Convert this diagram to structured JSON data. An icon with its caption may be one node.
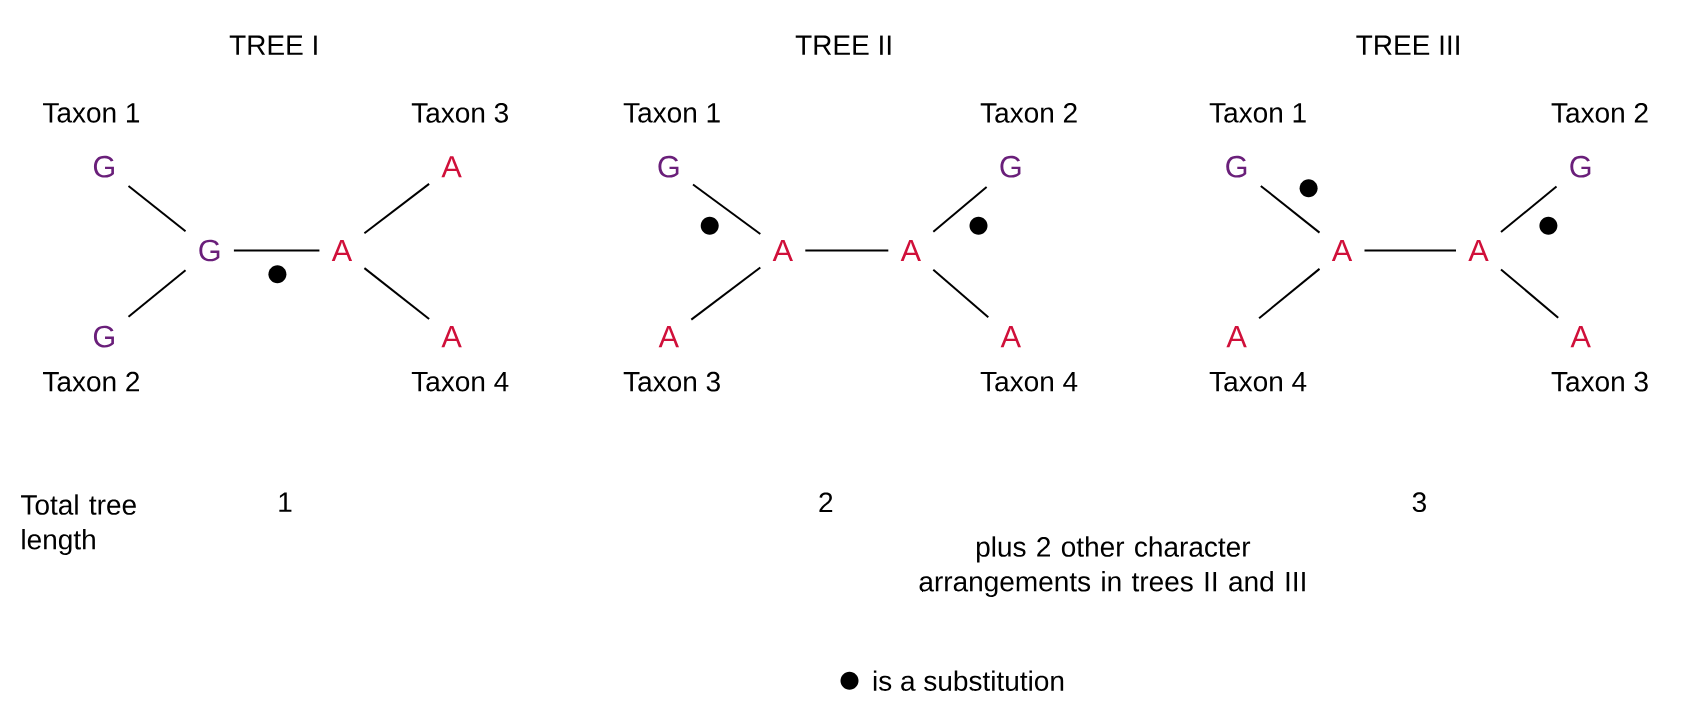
{
  "diagram": {
    "nodes": [
      {
        "text": [
          "G"
        ],
        "beside": [
          "Taxon 1"
        ]
      },
      {
        "text": [
          "G"
        ],
        "beside": [
          "Taxon 2"
        ]
      },
      {
        "text": [
          "G"
        ]
      },
      {
        "text": [
          "A"
        ]
      },
      {
        "text": [
          "A"
        ],
        "beside": [
          "Taxon 3"
        ]
      },
      {
        "text": [
          "A"
        ],
        "beside": [
          "Taxon 4"
        ]
      },
      {
        "text": [
          "G"
        ],
        "beside": [
          "Taxon 1"
        ]
      },
      {
        "text": [
          "A"
        ],
        "beside": [
          "Taxon 3"
        ]
      },
      {
        "text": [
          "A"
        ]
      },
      {
        "text": [
          "A"
        ]
      },
      {
        "text": [
          "G"
        ],
        "beside": [
          "Taxon 2"
        ]
      },
      {
        "text": [
          "A"
        ],
        "beside": [
          "Taxon 4"
        ]
      },
      {
        "text": [
          "G"
        ],
        "beside": [
          "Taxon 1"
        ]
      },
      {
        "text": [
          "A"
        ],
        "beside": [
          "Taxon 4"
        ]
      },
      {
        "text": [
          "A"
        ]
      },
      {
        "text": [
          "A"
        ]
      },
      {
        "text": [
          "G"
        ],
        "beside": [
          "Taxon 2"
        ]
      },
      {
        "text": [
          "A"
        ],
        "beside": [
          "Taxon 3"
        ]
      }
    ],
    "edges": [
      {
        "from": 0,
        "to": 2,
        "arrow": "none"
      },
      {
        "from": 1,
        "to": 2,
        "arrow": "none"
      },
      {
        "from": 2,
        "to": 3,
        "arrow": "none"
      },
      {
        "from": 3,
        "to": 4,
        "arrow": "none"
      },
      {
        "from": 3,
        "to": 5,
        "arrow": "none"
      },
      {
        "from": 6,
        "to": 8,
        "arrow": "none"
      },
      {
        "from": 7,
        "to": 8,
        "arrow": "none"
      },
      {
        "from": 8,
        "to": 9,
        "arrow": "none"
      },
      {
        "from": 9,
        "to": 10,
        "arrow": "none"
      },
      {
        "from": 9,
        "to": 11,
        "arrow": "none"
      },
      {
        "from": 12,
        "to": 14,
        "arrow": "none"
      },
      {
        "from": 13,
        "to": 14,
        "arrow": "none"
      },
      {
        "from": 14,
        "to": 15,
        "arrow": "none"
      },
      {
        "from": 15,
        "to": 16,
        "arrow": "none"
      },
      {
        "from": 15,
        "to": 17,
        "arrow": "none"
      }
    ],
    "labels": [
      "TREE I",
      "TREE II",
      "TREE III",
      "Total tree length",
      "1",
      "2",
      "3",
      "plus 2 other character arrangements in trees II and III"
    ],
    "legend": [
      {
        "text": "is a substitution"
      }
    ]
  }
}
